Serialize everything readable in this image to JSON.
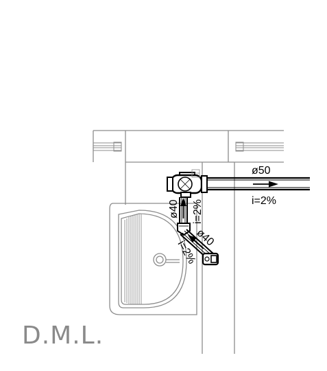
{
  "labels": {
    "main_diameter": "ø50",
    "main_slope": "i=2%",
    "riser_diameter": "ø40",
    "riser_slope": "i=2%",
    "branch_diameter": "ø40",
    "branch_slope": "i=2%"
  },
  "watermark": "D.M.L.",
  "colors": {
    "pipe": "#000000",
    "architecture": "#8c8c8c",
    "watermark": "#8a8a8a",
    "background": "#ffffff"
  }
}
